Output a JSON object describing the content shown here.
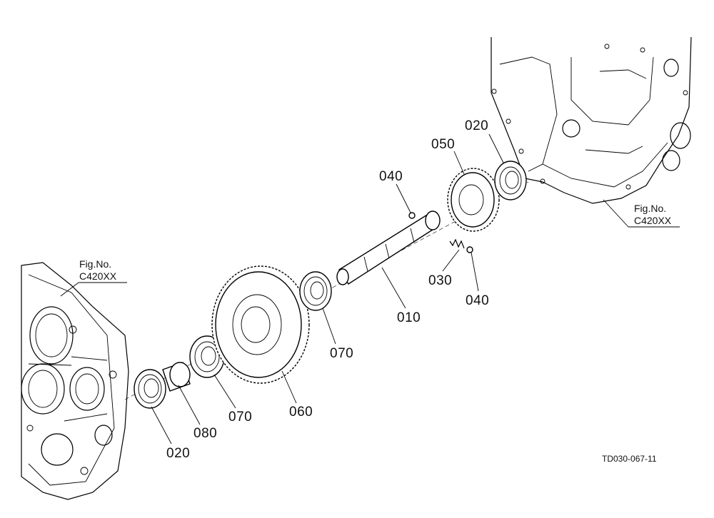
{
  "diagram": {
    "drawing_code": "TD030-067-11",
    "references": [
      {
        "id": "left",
        "line1": "Fig.No.",
        "line2": "C420XX"
      },
      {
        "id": "right",
        "line1": "Fig.No.",
        "line2": "C420XX"
      }
    ],
    "parts": [
      {
        "id": "p010",
        "label": "010"
      },
      {
        "id": "p020a",
        "label": "020"
      },
      {
        "id": "p020b",
        "label": "020"
      },
      {
        "id": "p030",
        "label": "030"
      },
      {
        "id": "p040a",
        "label": "040"
      },
      {
        "id": "p040b",
        "label": "040"
      },
      {
        "id": "p050",
        "label": "050"
      },
      {
        "id": "p060",
        "label": "060"
      },
      {
        "id": "p070a",
        "label": "070"
      },
      {
        "id": "p070b",
        "label": "070"
      },
      {
        "id": "p080",
        "label": "080"
      }
    ]
  }
}
